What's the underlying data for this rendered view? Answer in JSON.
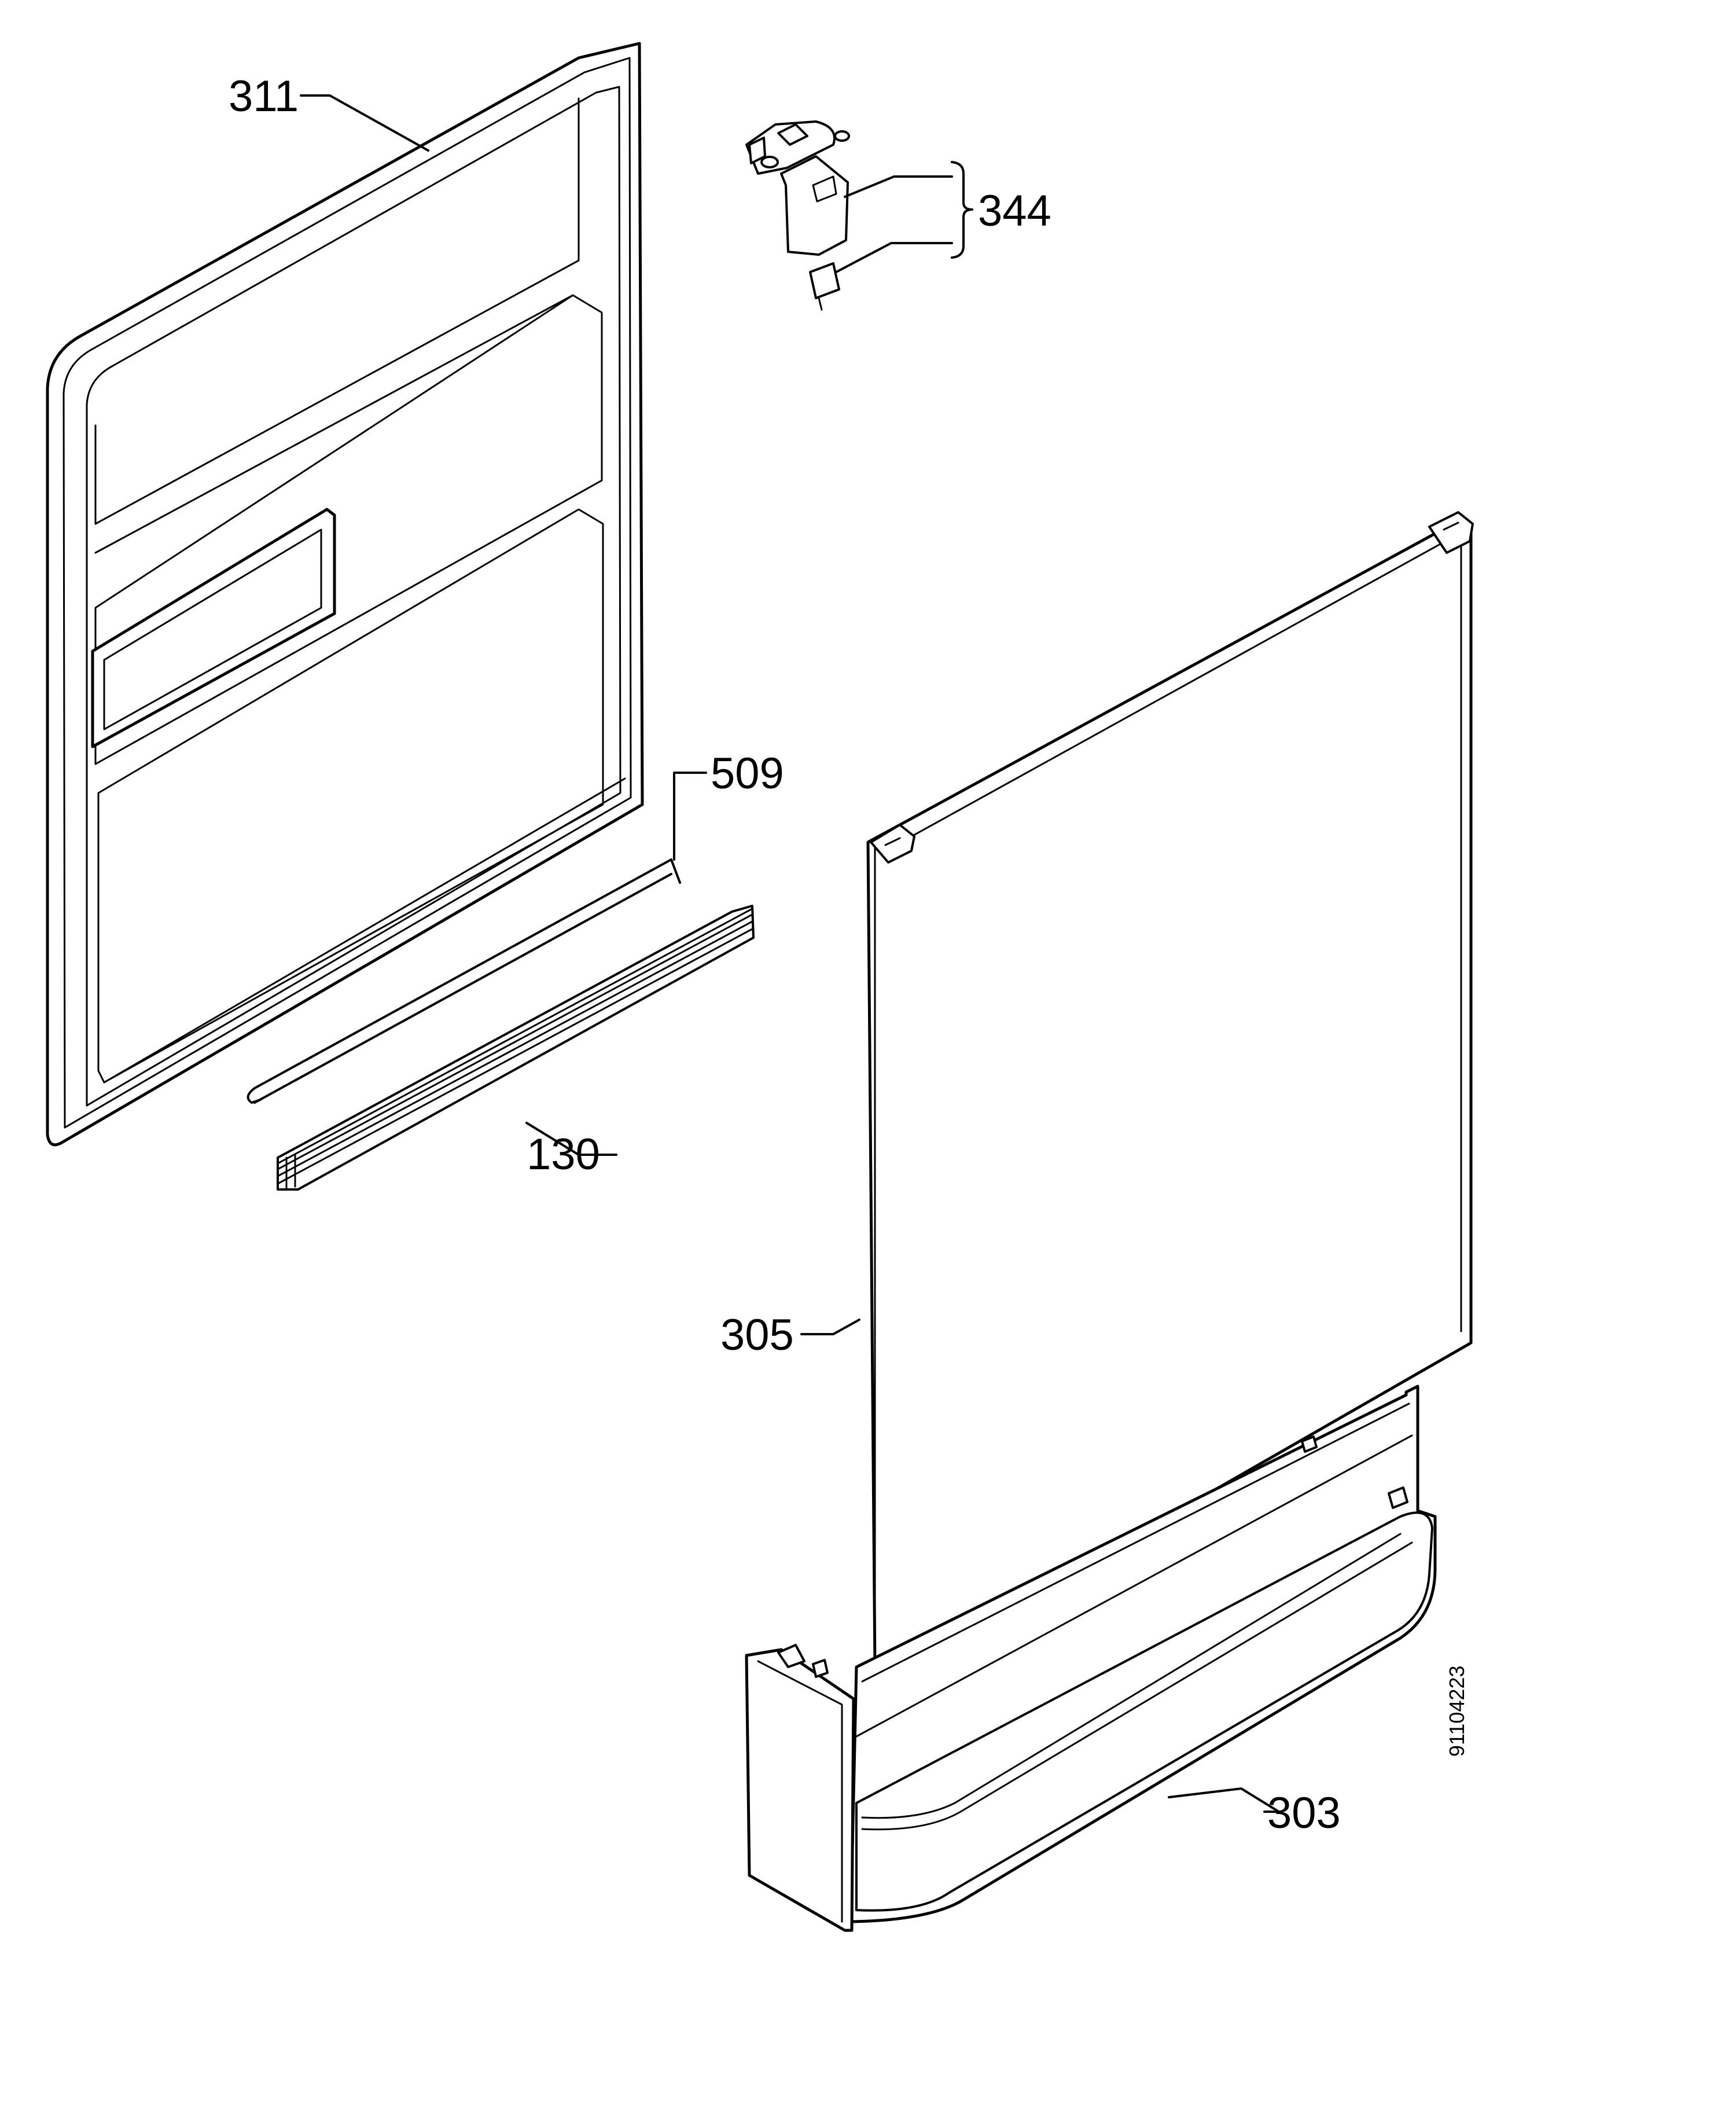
{
  "diagram": {
    "parts": [
      {
        "key": "inner_door",
        "label": "311"
      },
      {
        "key": "door_lock",
        "label": "344"
      },
      {
        "key": "hinge_rod",
        "label": "509"
      },
      {
        "key": "door_seal",
        "label": "130"
      },
      {
        "key": "outer_panel",
        "label": "305"
      },
      {
        "key": "plinth",
        "label": "303"
      }
    ],
    "drawing_number": "91104223"
  }
}
